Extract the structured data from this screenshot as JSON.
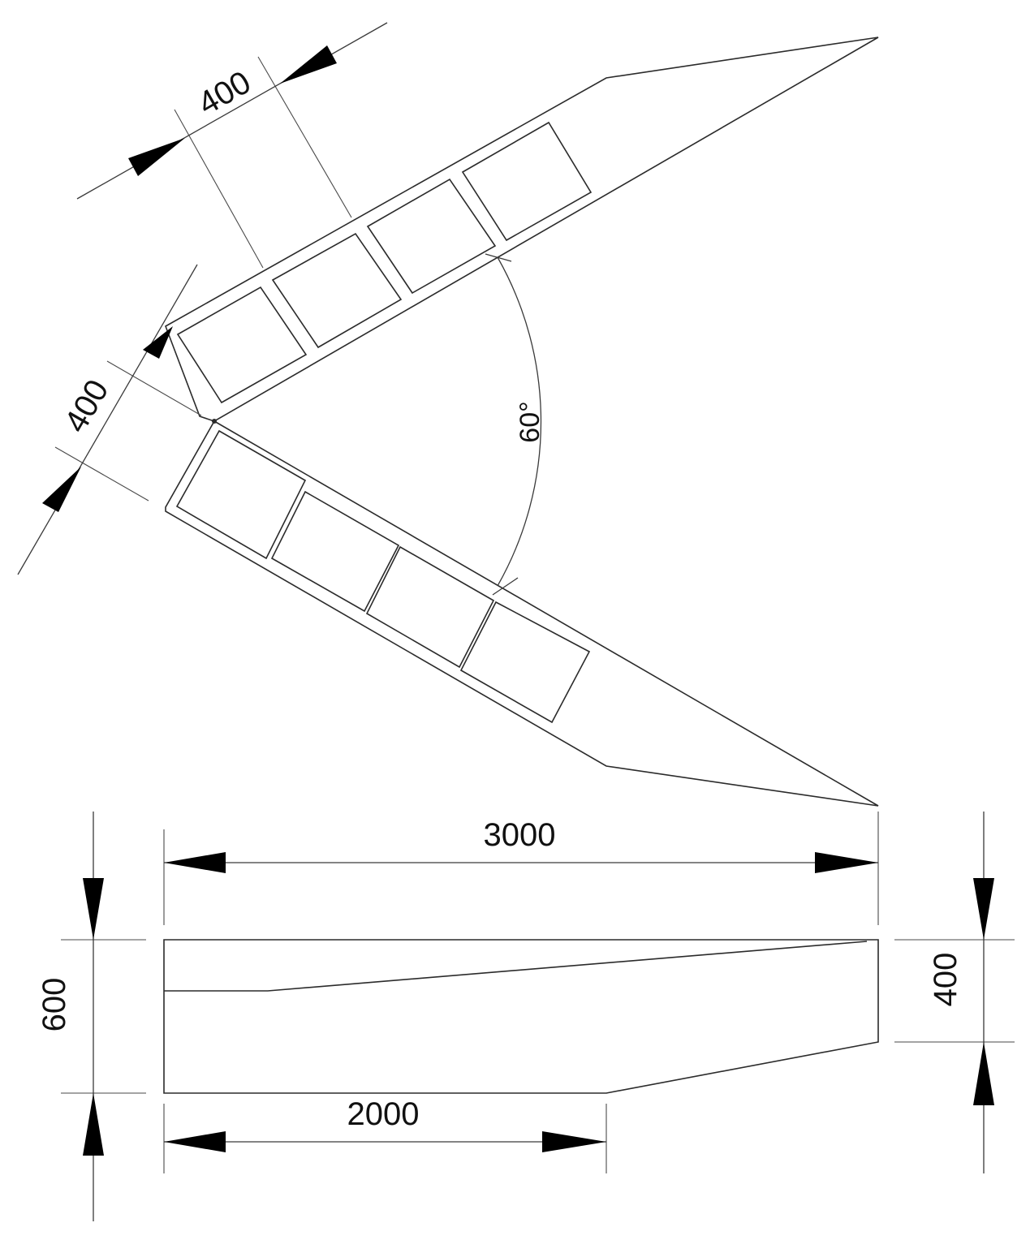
{
  "colors": {
    "line": "#2b2b2b",
    "arrow": "#000000",
    "background": "#ffffff"
  },
  "dimensions": {
    "upper_arm_width": "400",
    "lower_arm_width": "400",
    "angle": "60°",
    "total_length": "3000",
    "base_length": "2000",
    "root_depth": "600",
    "tip_depth": "400"
  }
}
